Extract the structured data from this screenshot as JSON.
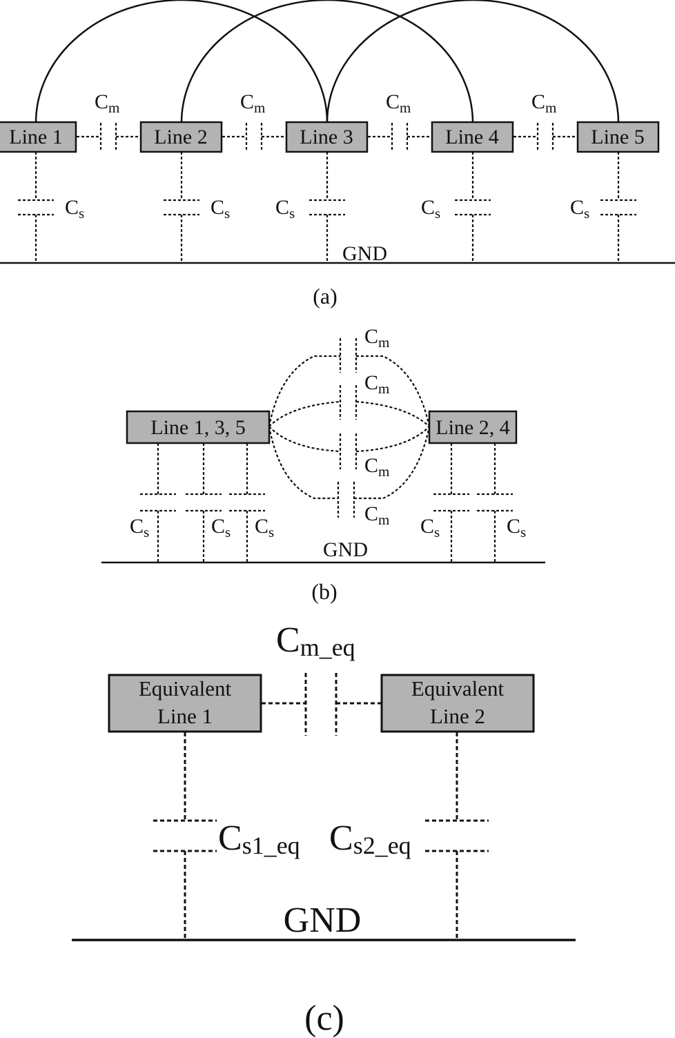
{
  "panel_a": {
    "caption": "(a)",
    "lines": [
      "Line 1",
      "Line 2",
      "Line 3",
      "Line 4",
      "Line 5"
    ],
    "mutual_label": {
      "main": "C",
      "sub": "m"
    },
    "self_label": {
      "main": "C",
      "sub": "s"
    },
    "ground": "GND"
  },
  "panel_b": {
    "caption": "(b)",
    "line_odd": "Line 1, 3, 5",
    "line_even": "Line 2, 4",
    "mutual_label": {
      "main": "C",
      "sub": "m"
    },
    "self_label": {
      "main": "C",
      "sub": "s"
    },
    "ground": "GND"
  },
  "panel_c": {
    "caption": "(c)",
    "eq_line_1": [
      "Equivalent",
      "Line 1"
    ],
    "eq_line_2": [
      "Equivalent",
      "Line 2"
    ],
    "mutual_eq": {
      "main": "C",
      "sub": "m_eq"
    },
    "self_eq_1": {
      "main": "C",
      "sub": "s1_eq"
    },
    "self_eq_2": {
      "main": "C",
      "sub": "s2_eq"
    },
    "ground": "GND"
  }
}
